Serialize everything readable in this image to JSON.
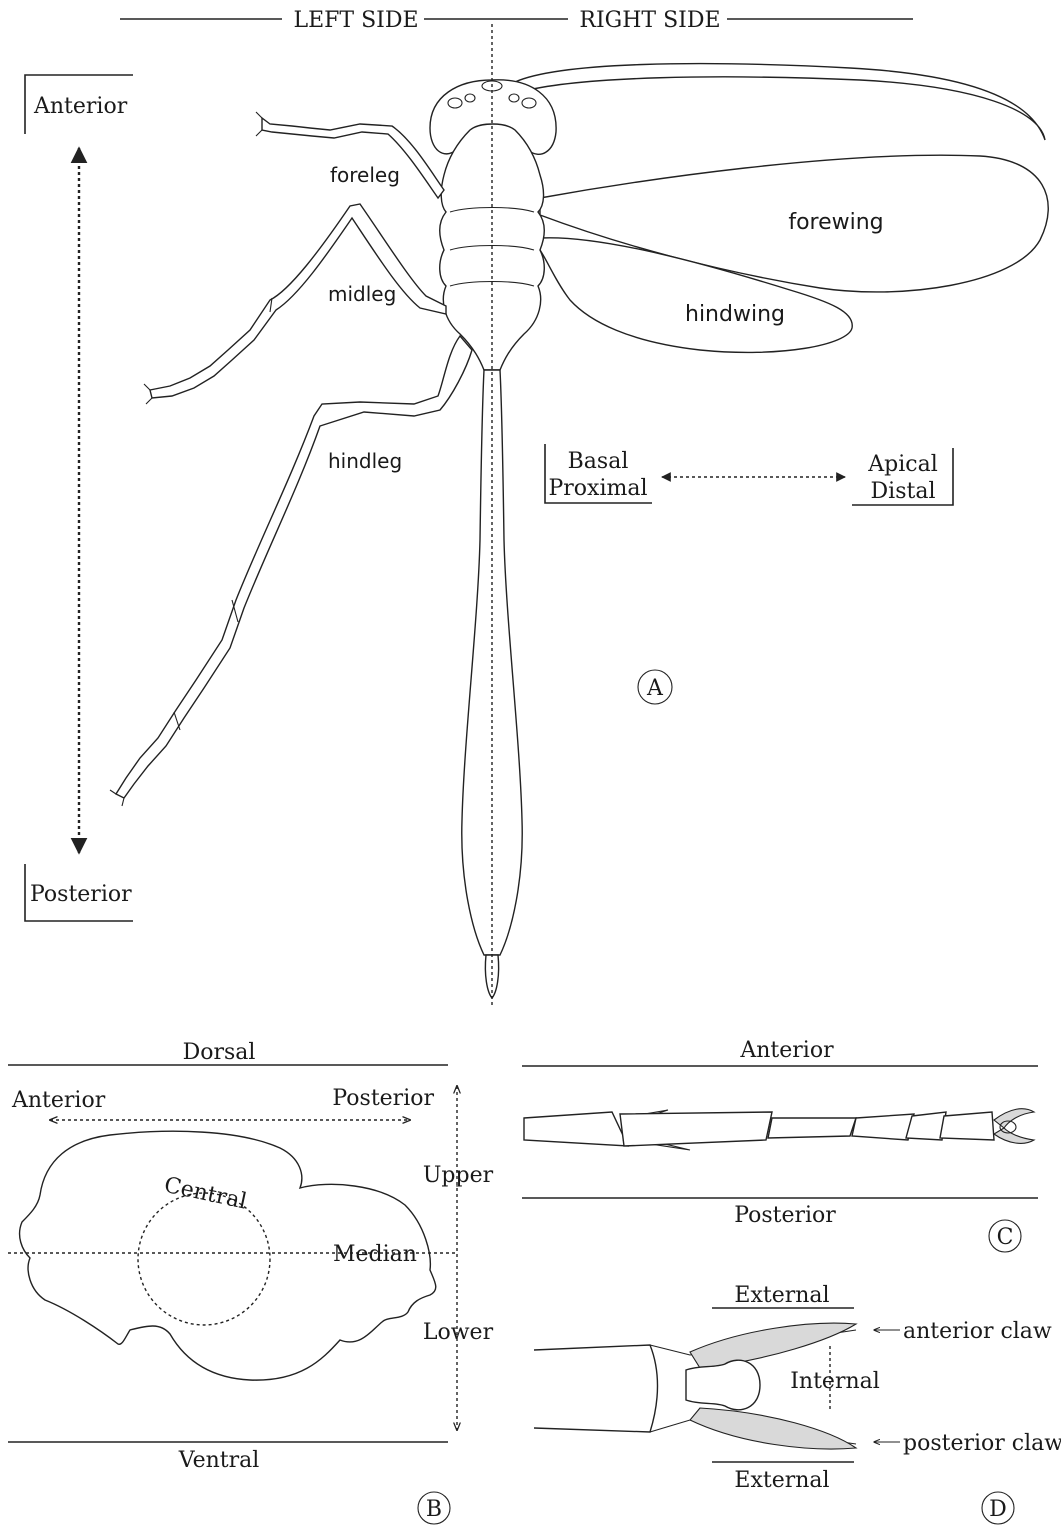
{
  "panel_a": {
    "left_side": "LEFT SIDE",
    "right_side": "RIGHT SIDE",
    "anterior": "Anterior",
    "posterior": "Posterior",
    "foreleg": "foreleg",
    "midleg": "midleg",
    "hindleg": "hindleg",
    "forewing": "forewing",
    "hindwing": "hindwing",
    "basal": "Basal",
    "proximal": "Proximal",
    "apical": "Apical",
    "distal": "Distal",
    "letter": "A"
  },
  "panel_b": {
    "dorsal": "Dorsal",
    "ventral": "Ventral",
    "anterior": "Anterior",
    "posterior": "Posterior",
    "upper": "Upper",
    "lower": "Lower",
    "central": "Central",
    "median": "Median",
    "letter": "B"
  },
  "panel_c": {
    "anterior": "Anterior",
    "posterior": "Posterior",
    "letter": "C"
  },
  "panel_d": {
    "external_top": "External",
    "external_bottom": "External",
    "internal": "Internal",
    "anterior_claw": "anterior claw",
    "posterior_claw": "posterior claw",
    "letter": "D"
  }
}
